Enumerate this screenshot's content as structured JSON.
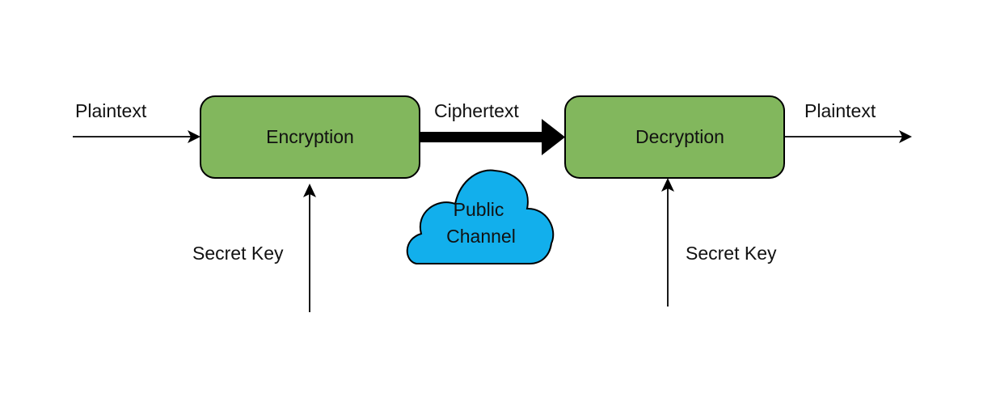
{
  "nodes": {
    "encryption": {
      "label": "Encryption"
    },
    "decryption": {
      "label": "Decryption"
    },
    "cloud": {
      "line1": "Public",
      "line2": "Channel"
    }
  },
  "edges": {
    "plaintext_in": "Plaintext",
    "ciphertext": "Ciphertext",
    "plaintext_out": "Plaintext",
    "secret_key_left": "Secret Key",
    "secret_key_right": "Secret Key"
  },
  "colors": {
    "box_fill": "#82b75d",
    "cloud_fill": "#12afec",
    "stroke": "#000000"
  }
}
